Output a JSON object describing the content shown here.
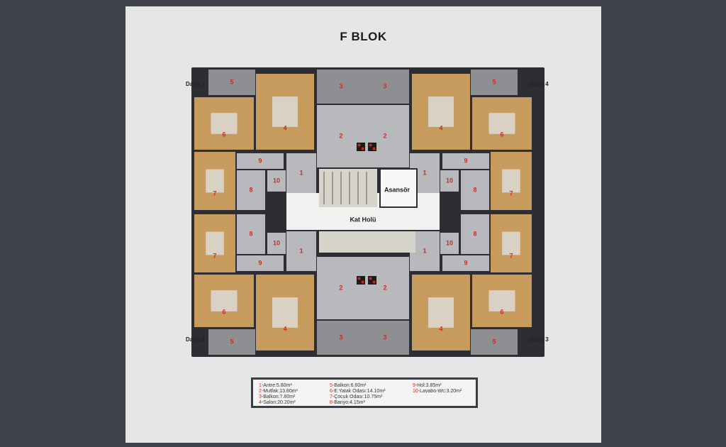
{
  "title": "F BLOK",
  "units": [
    "Daire 1",
    "Daire 2",
    "Daire 3",
    "Daire 4"
  ],
  "core": {
    "elevator": "Asansör",
    "hall": "Kat Holü"
  },
  "legend": [
    {
      "num": "1",
      "text": "-Antre:5.80m²"
    },
    {
      "num": "2",
      "text": "-Mutfak:13.80m²"
    },
    {
      "num": "3",
      "text": "-Balkon:7.80m²"
    },
    {
      "num": "4",
      "text": "-Salon:20.20m²"
    },
    {
      "num": "5",
      "text": "-Balkon:6.60m²"
    },
    {
      "num": "6",
      "text": "-E.Yatak Odası:14.10m²"
    },
    {
      "num": "7",
      "text": "-Çocuk Odası:10.75m²"
    },
    {
      "num": "8",
      "text": "-Banyo:4.15m²"
    },
    {
      "num": "9",
      "text": "-Hol:3.85m²"
    },
    {
      "num": "10",
      "text": "-Lavabo-Wc:3.20m²"
    }
  ],
  "room_numbers": [
    "1",
    "2",
    "3",
    "4",
    "5",
    "6",
    "7",
    "8",
    "9",
    "10"
  ],
  "colors": {
    "background": "#3f4248",
    "sheet": "#e6e6e6",
    "wall": "#2c2e33",
    "wood": "#c79a5e",
    "tile": "#b7b9bc",
    "balcony": "#8d8f93",
    "label_red": "#d6281f"
  }
}
